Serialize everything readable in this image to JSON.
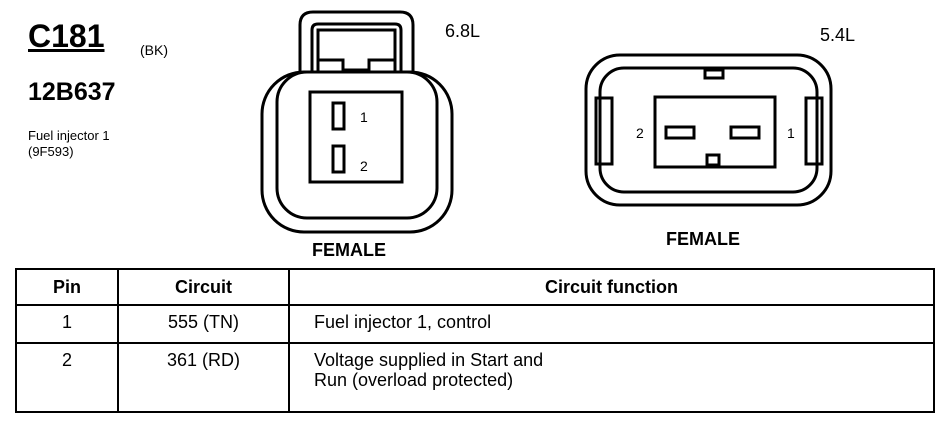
{
  "connector": {
    "id": "C181",
    "wire_color": "(BK)",
    "part_number": "12B637",
    "description": [
      "Fuel injector 1",
      "(9F593)"
    ]
  },
  "views": [
    {
      "engine": "6.8L",
      "gender": "FEMALE",
      "pins": [
        "1",
        "2"
      ]
    },
    {
      "engine": "5.4L",
      "gender": "FEMALE",
      "pins": [
        "2",
        "1"
      ]
    }
  ],
  "table": {
    "headers": [
      "Pin",
      "Circuit",
      "Circuit function"
    ],
    "rows": [
      {
        "pin": "1",
        "circuit": "555 (TN)",
        "function": [
          "Fuel injector 1, control"
        ]
      },
      {
        "pin": "2",
        "circuit": "361 (RD)",
        "function": [
          "Voltage supplied in Start and",
          "Run (overload protected)"
        ]
      }
    ]
  }
}
